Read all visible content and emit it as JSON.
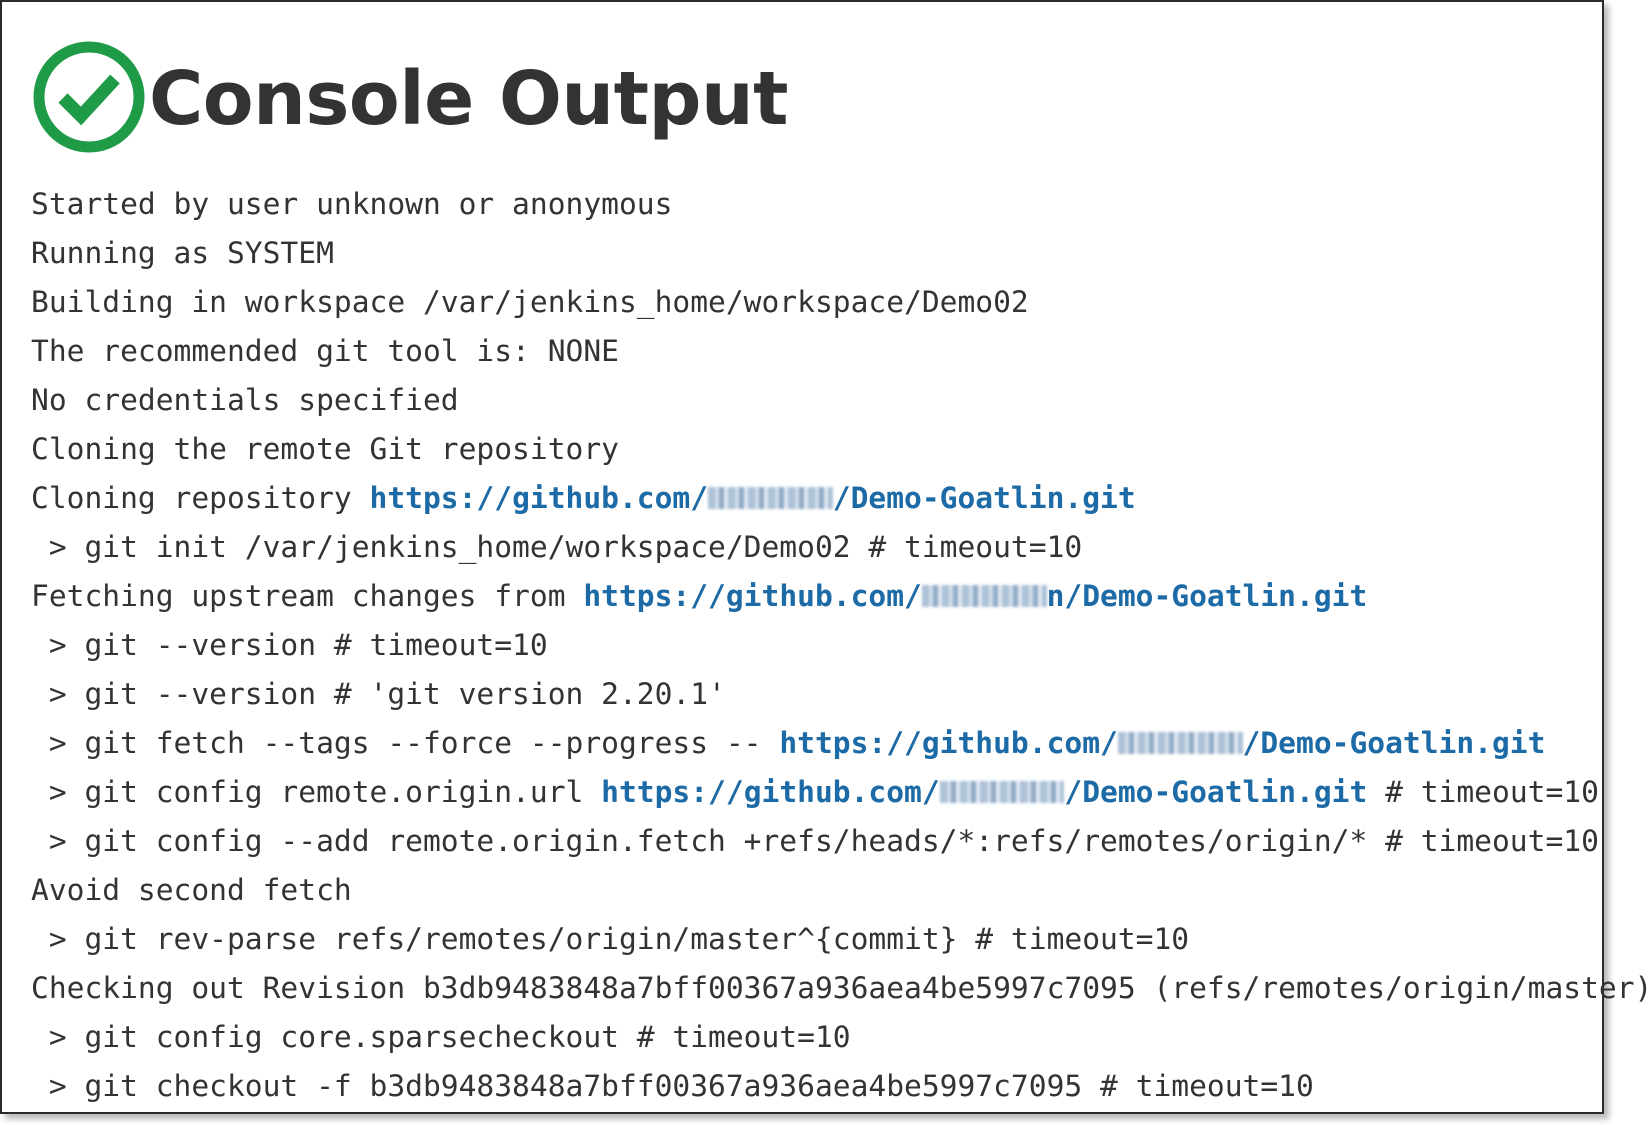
{
  "page": {
    "title": "Console Output",
    "status_icon": "check-circle-icon",
    "status_color": "#1f9b47"
  },
  "console": {
    "link_color": "#1c6aa6",
    "lines": [
      {
        "parts": [
          {
            "t": "Started by user unknown or anonymous"
          }
        ]
      },
      {
        "parts": [
          {
            "t": "Running as SYSTEM"
          }
        ]
      },
      {
        "parts": [
          {
            "t": "Building in workspace /var/jenkins_home/workspace/Demo02"
          }
        ]
      },
      {
        "parts": [
          {
            "t": "The recommended git tool is: NONE"
          }
        ]
      },
      {
        "parts": [
          {
            "t": "No credentials specified"
          }
        ]
      },
      {
        "parts": [
          {
            "t": "Cloning the remote Git repository"
          }
        ]
      },
      {
        "parts": [
          {
            "t": "Cloning repository "
          },
          {
            "link": "https://github.com/",
            "redacted_chars": 7
          },
          {
            "link": "/Demo-Goatlin.git"
          }
        ]
      },
      {
        "parts": [
          {
            "t": " > git init /var/jenkins_home/workspace/Demo02 # timeout=10"
          }
        ]
      },
      {
        "parts": [
          {
            "t": "Fetching upstream changes from "
          },
          {
            "link": "https://github.com/",
            "redacted_chars": 7
          },
          {
            "link": "n/Demo-Goatlin.git"
          }
        ]
      },
      {
        "parts": [
          {
            "t": " > git --version # timeout=10"
          }
        ]
      },
      {
        "parts": [
          {
            "t": " > git --version # 'git version 2.20.1'"
          }
        ]
      },
      {
        "parts": [
          {
            "t": " > git fetch --tags --force --progress -- "
          },
          {
            "link": "https://github.com/",
            "redacted_chars": 7
          },
          {
            "link": "/Demo-Goatlin.git"
          }
        ]
      },
      {
        "parts": [
          {
            "t": " > git config remote.origin.url "
          },
          {
            "link": "https://github.com/",
            "redacted_chars": 7
          },
          {
            "link": "/Demo-Goatlin.git"
          },
          {
            "t": " # timeout=10"
          }
        ]
      },
      {
        "parts": [
          {
            "t": " > git config --add remote.origin.fetch +refs/heads/*:refs/remotes/origin/* # timeout=10"
          }
        ]
      },
      {
        "parts": [
          {
            "t": "Avoid second fetch"
          }
        ]
      },
      {
        "parts": [
          {
            "t": " > git rev-parse refs/remotes/origin/master^{commit} # timeout=10"
          }
        ]
      },
      {
        "parts": [
          {
            "t": "Checking out Revision b3db9483848a7bff00367a936aea4be5997c7095 (refs/remotes/origin/master)"
          }
        ]
      },
      {
        "parts": [
          {
            "t": " > git config core.sparsecheckout # timeout=10"
          }
        ]
      },
      {
        "parts": [
          {
            "t": " > git checkout -f b3db9483848a7bff00367a936aea4be5997c7095 # timeout=10"
          }
        ]
      }
    ]
  }
}
